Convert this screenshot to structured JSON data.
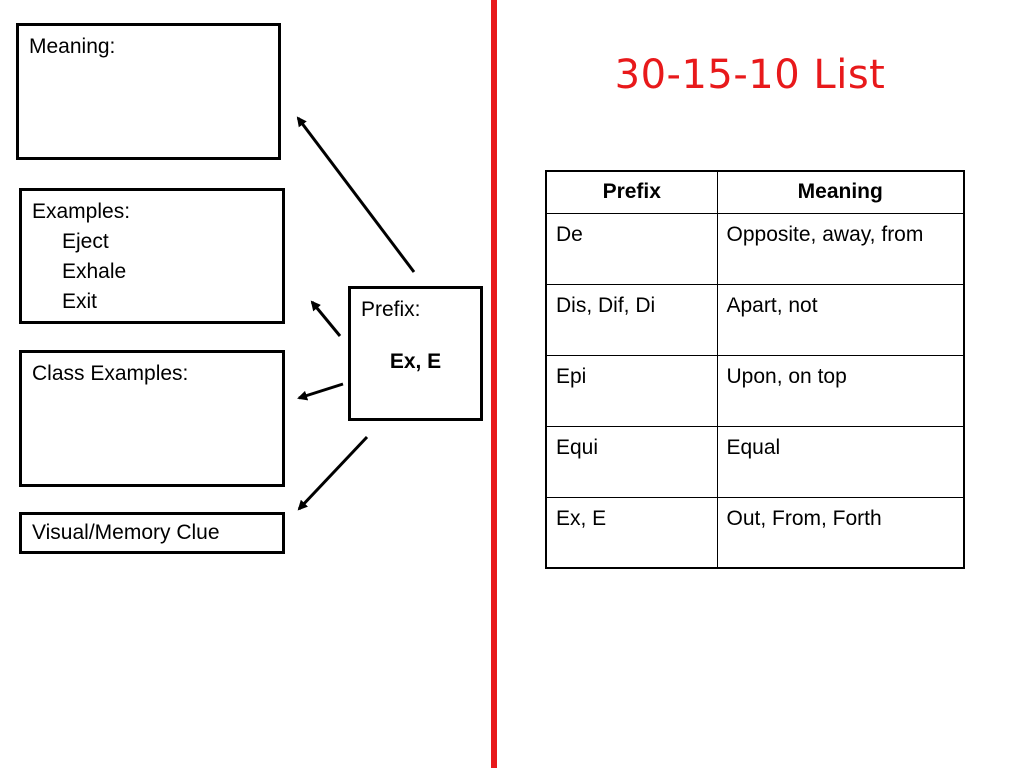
{
  "left": {
    "meaning_box": {
      "label": "Meaning:"
    },
    "examples_box": {
      "label": "Examples:",
      "items": [
        "Eject",
        "Exhale",
        "Exit"
      ]
    },
    "class_examples_box": {
      "label": "Class Examples:"
    },
    "visual_box": {
      "label": "Visual/Memory Clue"
    },
    "prefix_box": {
      "label": "Prefix:",
      "value": "Ex, E"
    }
  },
  "right": {
    "title": "30-15-10 List",
    "table": {
      "headers": [
        "Prefix",
        "Meaning"
      ],
      "rows": [
        [
          "De",
          "Opposite, away, from"
        ],
        [
          "Dis, Dif, Di",
          "Apart, not"
        ],
        [
          "Epi",
          "Upon, on top"
        ],
        [
          "Equi",
          "Equal"
        ],
        [
          "Ex, E",
          "Out, From, Forth"
        ]
      ]
    }
  },
  "colors": {
    "divider": "#e8191b",
    "title": "#e8191b",
    "border": "#000000"
  }
}
